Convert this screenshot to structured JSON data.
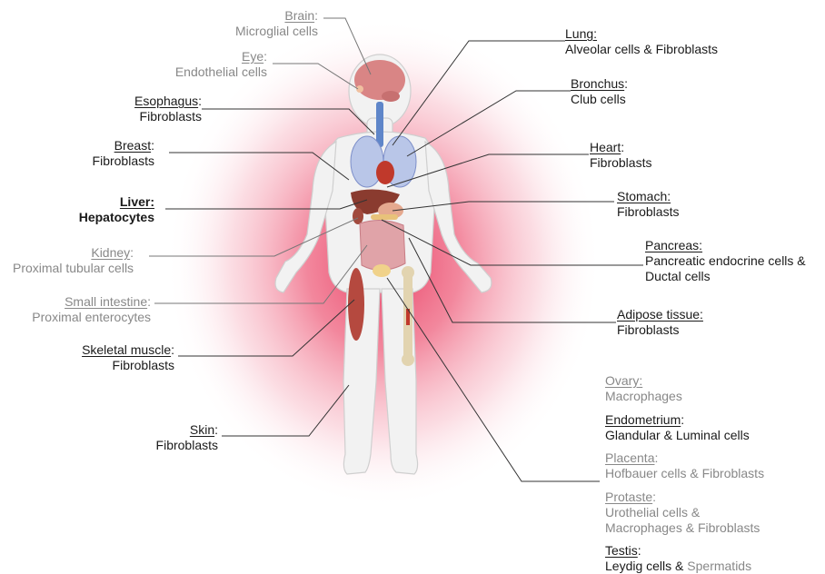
{
  "labels": {
    "brain": {
      "organ": "Brain",
      "cells": "Microglial cells"
    },
    "eye": {
      "organ": "Eye",
      "cells": "Endothelial cells"
    },
    "esophagus": {
      "organ": "Esophagus",
      "cells": "Fibroblasts"
    },
    "breast": {
      "organ": "Breast",
      "cells": "Fibroblasts"
    },
    "liver": {
      "organ": "Liver:",
      "cells": "Hepatocytes"
    },
    "kidney": {
      "organ": "Kidney",
      "cells": "Proximal tubular cells"
    },
    "small_intestine": {
      "organ": "Small intestine",
      "cells": "Proximal enterocytes"
    },
    "skeletal_muscle": {
      "organ": "Skeletal muscle",
      "cells": "Fibroblasts"
    },
    "skin": {
      "organ": "Skin",
      "cells": "Fibroblasts"
    },
    "lung": {
      "organ": "Lung:",
      "cells": "Alveolar cells & Fibroblasts"
    },
    "bronchus": {
      "organ": "Bronchus",
      "cells": "Club cells"
    },
    "heart": {
      "organ": "Heart",
      "cells": "Fibroblasts"
    },
    "stomach": {
      "organ": "Stomach:",
      "cells": "Fibroblasts"
    },
    "pancreas": {
      "organ": "Pancreas:",
      "cells_line1": "Pancreatic endocrine cells &",
      "cells_line2": "Ductal cells"
    },
    "adipose": {
      "organ": "Adipose tissue:",
      "cells": "Fibroblasts"
    },
    "ovary": {
      "organ": "Ovary:",
      "cells": "Macrophages"
    },
    "endometrium": {
      "organ": "Endometrium",
      "cells": "Glandular & Luminal cells"
    },
    "placenta": {
      "organ": "Placenta",
      "cells": "Hofbauer cells & Fibroblasts"
    },
    "protaste": {
      "organ": "Protaste",
      "cells_line1": "Urothelial cells &",
      "cells_line2": "Macrophages & Fibroblasts"
    },
    "testis": {
      "organ": "Testis",
      "cells_a": "Leydig cells &",
      "cells_b": " Spermatids"
    }
  },
  "separator": ":",
  "colors": {
    "highlight": "#e8385f",
    "text_dark": "#1a1a1a",
    "text_gray": "#888888"
  }
}
